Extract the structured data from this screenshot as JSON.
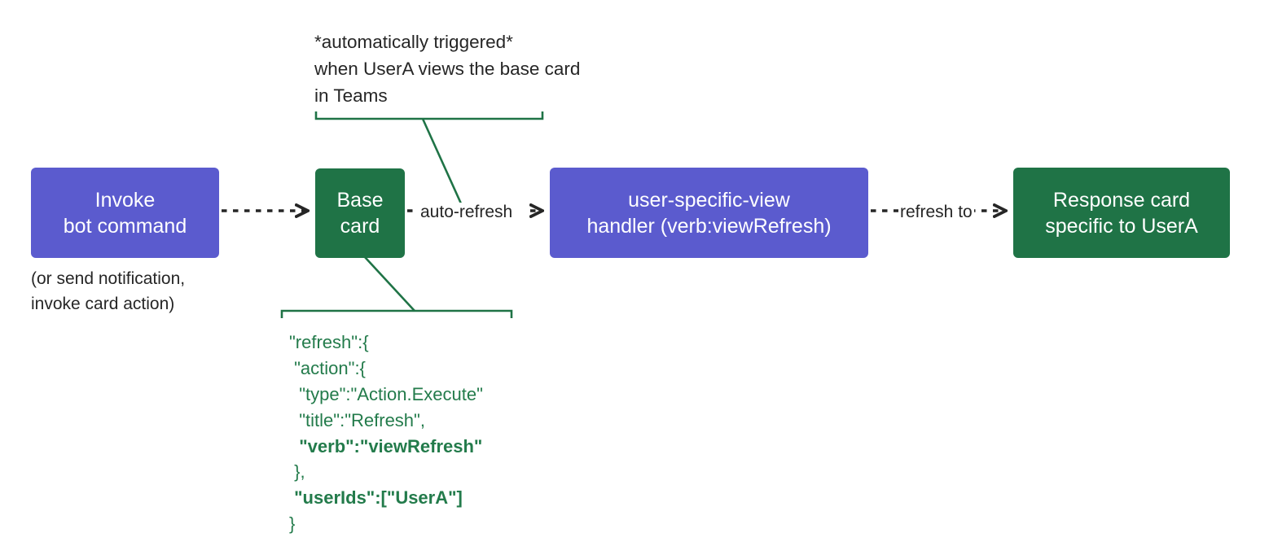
{
  "diagram": {
    "title": "Adaptive Card user-specific view refresh flow",
    "colors": {
      "purple": "#5b5bce",
      "green": "#1f7346",
      "json_green": "#237b4b",
      "arrow": "#262626",
      "text": "#262626",
      "background": "#ffffff"
    },
    "nodes": [
      {
        "id": "invoke",
        "label": "Invoke\nbot command",
        "fill": "purple"
      },
      {
        "id": "base",
        "label": "Base\ncard",
        "fill": "green"
      },
      {
        "id": "handler",
        "label": "user-specific-view\nhandler (verb:viewRefresh)",
        "fill": "purple"
      },
      {
        "id": "response",
        "label": "Response card\nspecific to UserA",
        "fill": "green"
      }
    ],
    "edges": [
      {
        "id": "invoke-to-base",
        "label": "",
        "style": "dashed-arrow"
      },
      {
        "id": "base-to-handler",
        "label": "auto-refresh",
        "style": "dashed-arrow"
      },
      {
        "id": "handler-to-response",
        "label": "refresh to",
        "style": "dashed-arrow"
      }
    ],
    "captions": {
      "annotation": "*automatically triggered*\nwhen UserA views the base card\nin Teams",
      "alt_trigger": "(or send notification,\ninvoke card action)"
    },
    "json_snippet": {
      "lines": [
        {
          "text": "\"refresh\":{",
          "bold": false
        },
        {
          "text": " \"action\":{",
          "bold": false
        },
        {
          "text": "  \"type\":\"Action.Execute\"",
          "bold": false
        },
        {
          "text": "  \"title\":\"Refresh\",",
          "bold": false
        },
        {
          "text": "  \"verb\":\"viewRefresh\"",
          "bold": true
        },
        {
          "text": " },",
          "bold": false
        },
        {
          "text": " \"userIds\":[\"UserA\"]",
          "bold": true
        },
        {
          "text": "}",
          "bold": false
        }
      ]
    }
  }
}
